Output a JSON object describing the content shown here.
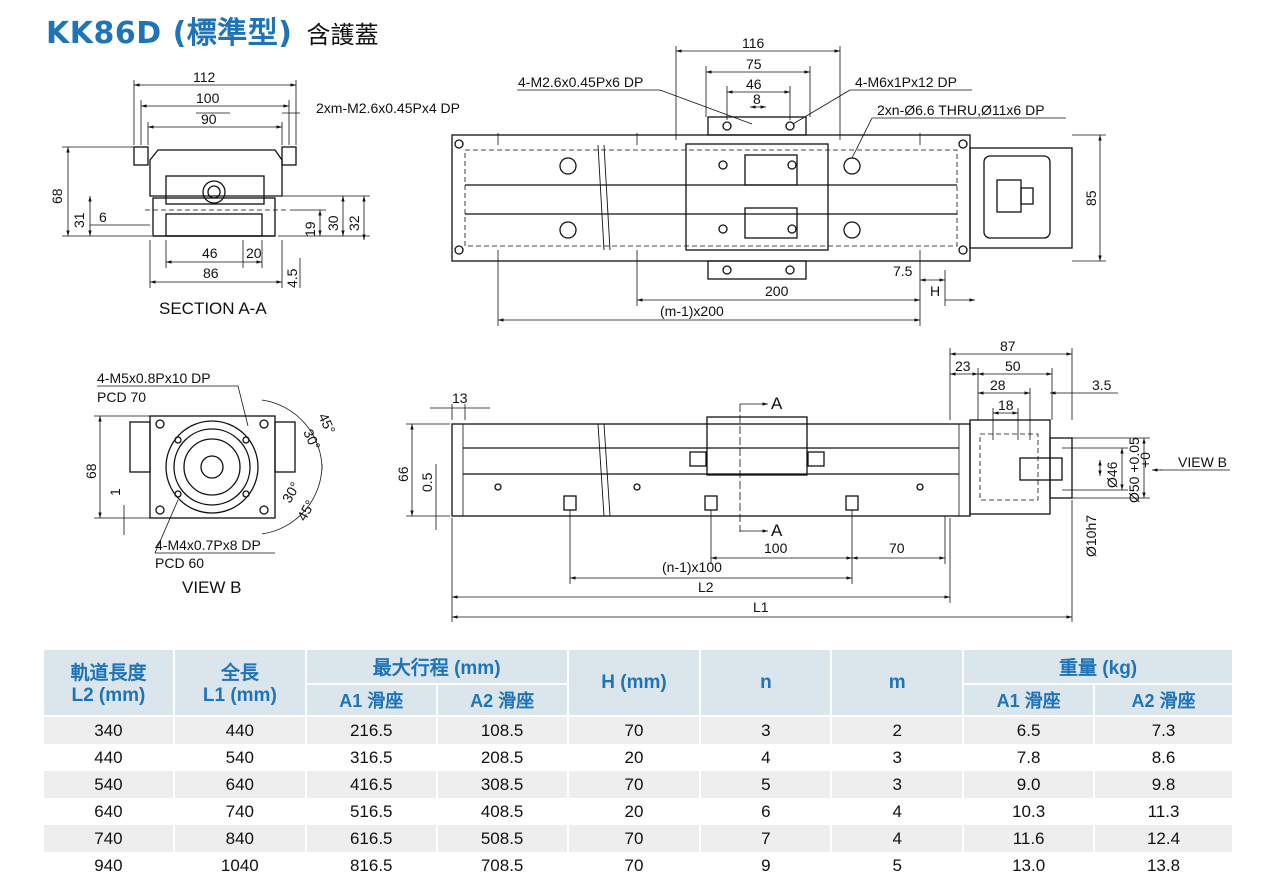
{
  "title": {
    "main": "KK86D (標準型)",
    "sub": "含護蓋"
  },
  "drawing": {
    "section_aa": {
      "caption": "SECTION A-A",
      "dims": {
        "d112": "112",
        "d100": "100",
        "d90": "90",
        "d68": "68",
        "d31": "31",
        "d6": "6",
        "d46": "46",
        "d20": "20",
        "d86": "86",
        "d19": "19",
        "d30": "30",
        "d32": "32",
        "d45": "4.5"
      },
      "callout": "2xm-M2.6x0.45Px4 DP"
    },
    "top_view": {
      "dims": {
        "d116": "116",
        "d75": "75",
        "d46": "46",
        "d8": "8",
        "d85": "85",
        "d75b": "7.5",
        "d200": "200",
        "dm": "(m-1)x200",
        "dH": "H"
      },
      "callouts": {
        "left": "4-M2.6x0.45Px6 DP",
        "right1": "4-M6x1Px12 DP",
        "right2": "2xn-Ø6.6 THRU,Ø11x6 DP"
      }
    },
    "view_b": {
      "caption": "VIEW B",
      "dims": {
        "d68": "68",
        "d1": "1",
        "a45a": "45°",
        "a30a": "30°",
        "a30b": "30°",
        "a45b": "45°"
      },
      "callouts": {
        "top1": "4-M5x0.8Px10 DP",
        "top2": "PCD 70",
        "bot1": "4-M4x0.7Px8 DP",
        "bot2": "PCD 60"
      }
    },
    "side_view": {
      "dims": {
        "d13": "13",
        "d66": "66",
        "d05": "0.5",
        "d100": "100",
        "d70": "70",
        "dn": "(n-1)x100",
        "L2": "L2",
        "L1": "L1",
        "d87": "87",
        "d23": "23",
        "d50": "50",
        "d28": "28",
        "d18": "18",
        "d35": "3.5",
        "d46": "Ø46",
        "d50t": "Ø50 +0.05",
        "d50t2": "+0",
        "d10h7": "Ø10h7"
      },
      "section_mark": "A",
      "view_label": "VIEW B"
    }
  },
  "table": {
    "headers": {
      "rail": "軌道長度",
      "rail_unit": "L2 (mm)",
      "total": "全長",
      "total_unit": "L1 (mm)",
      "stroke": "最大行程 (mm)",
      "stroke_a1": "A1 滑座",
      "stroke_a2": "A2 滑座",
      "h": "H (mm)",
      "n": "n",
      "m": "m",
      "weight": "重量 (kg)",
      "weight_a1": "A1 滑座",
      "weight_a2": "A2 滑座"
    },
    "rows": [
      [
        "340",
        "440",
        "216.5",
        "108.5",
        "70",
        "3",
        "2",
        "6.5",
        "7.3"
      ],
      [
        "440",
        "540",
        "316.5",
        "208.5",
        "20",
        "4",
        "3",
        "7.8",
        "8.6"
      ],
      [
        "540",
        "640",
        "416.5",
        "308.5",
        "70",
        "5",
        "3",
        "9.0",
        "9.8"
      ],
      [
        "640",
        "740",
        "516.5",
        "408.5",
        "20",
        "6",
        "4",
        "10.3",
        "11.3"
      ],
      [
        "740",
        "840",
        "616.5",
        "508.5",
        "70",
        "7",
        "4",
        "11.6",
        "12.4"
      ],
      [
        "940",
        "1040",
        "816.5",
        "708.5",
        "70",
        "9",
        "5",
        "13.0",
        "13.8"
      ]
    ]
  }
}
